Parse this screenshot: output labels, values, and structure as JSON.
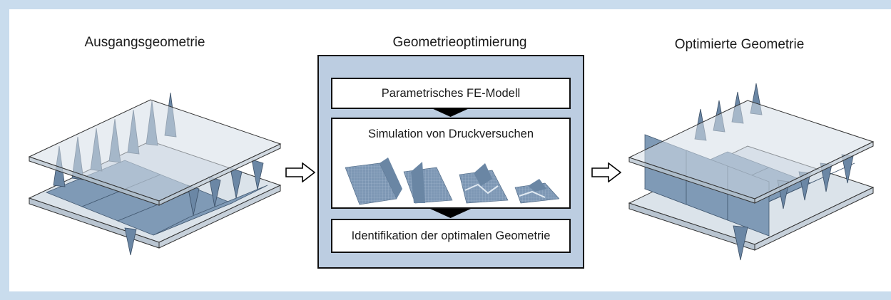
{
  "titles": {
    "initial": "Ausgangsgeometrie",
    "process": "Geometrieoptimierung",
    "optimized": "Optimierte Geometrie"
  },
  "process_steps": {
    "model": "Parametrisches FE-Modell",
    "simulation": "Simulation von Druckversuchen",
    "identification": "Identifikation der optimalen Geometrie"
  },
  "colors": {
    "page_border": "#c9dced",
    "process_frame": "#bccde1",
    "core_fill": "#7f9ab6",
    "core_dark": "#5f7d9d",
    "plate_fill": "#d5dee7",
    "arrow": "#000000"
  },
  "icons": {
    "flow_arrow": "hollow-right-arrow-icon",
    "step_arrow": "filled-down-arrow-icon"
  }
}
